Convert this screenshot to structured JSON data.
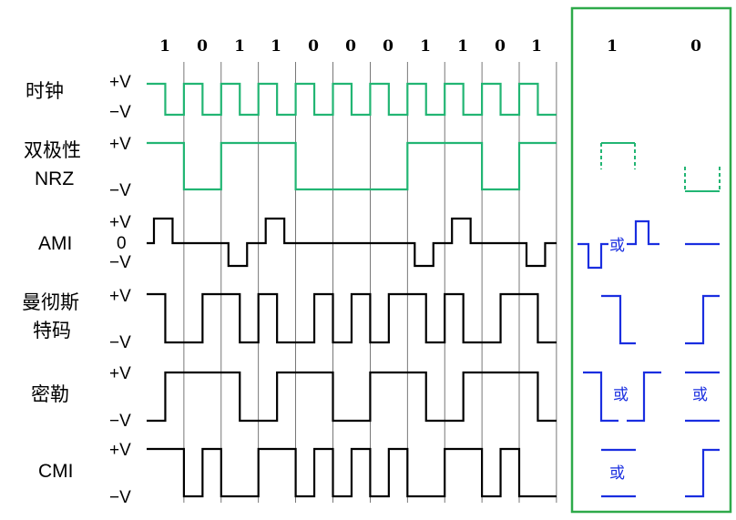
{
  "bits": [
    "1",
    "0",
    "1",
    "1",
    "0",
    "0",
    "0",
    "1",
    "1",
    "0",
    "1"
  ],
  "legend_bits": [
    "1",
    "0"
  ],
  "or_text": "或",
  "rows": [
    {
      "key": "clock",
      "label": [
        "时钟"
      ],
      "levels": [
        "+V",
        "−V"
      ]
    },
    {
      "key": "nrz",
      "label": [
        "双极性",
        "NRZ"
      ],
      "levels": [
        "+V",
        "−V"
      ]
    },
    {
      "key": "ami",
      "label": [
        "AMI"
      ],
      "levels": [
        "+V",
        "0",
        "−V"
      ]
    },
    {
      "key": "manchester",
      "label": [
        "曼彻斯",
        "特码"
      ],
      "levels": [
        "+V",
        "−V"
      ]
    },
    {
      "key": "miller",
      "label": [
        "密勒"
      ],
      "levels": [
        "+V",
        "−V"
      ]
    },
    {
      "key": "cmi",
      "label": [
        "CMI"
      ],
      "levels": [
        "+V",
        "−V"
      ]
    }
  ],
  "colors": {
    "clock": "#22b573",
    "nrz": "#22b573",
    "signal": "#000000",
    "legend_box": "#2eaa4a",
    "legend_wave": "#1a2ee0",
    "grid": "#555555"
  }
}
